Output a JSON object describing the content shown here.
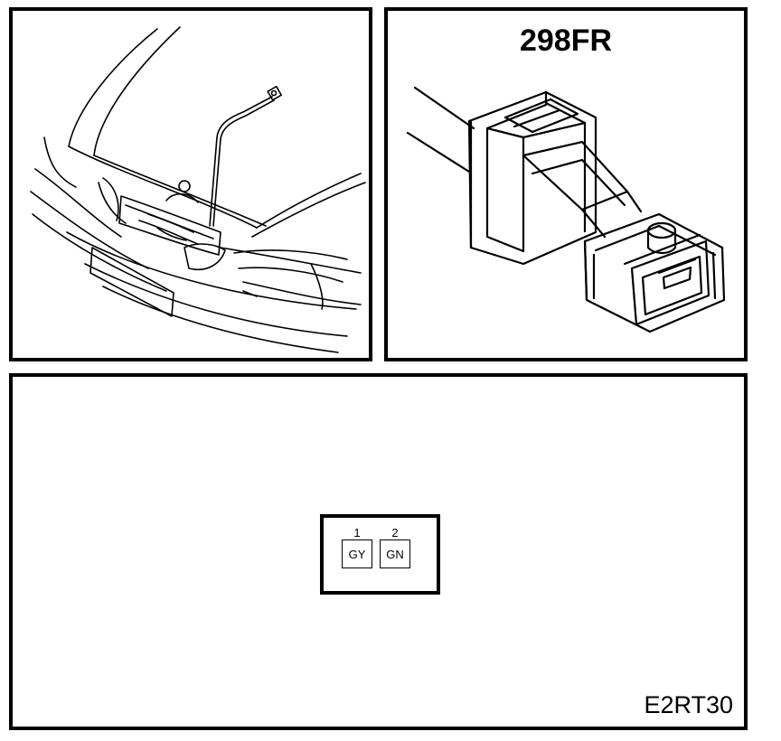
{
  "connector": {
    "title": "298FR",
    "pins": [
      {
        "number": "1",
        "color_code": "GY"
      },
      {
        "number": "2",
        "color_code": "GN"
      }
    ]
  },
  "figure_code": "E2RT30"
}
